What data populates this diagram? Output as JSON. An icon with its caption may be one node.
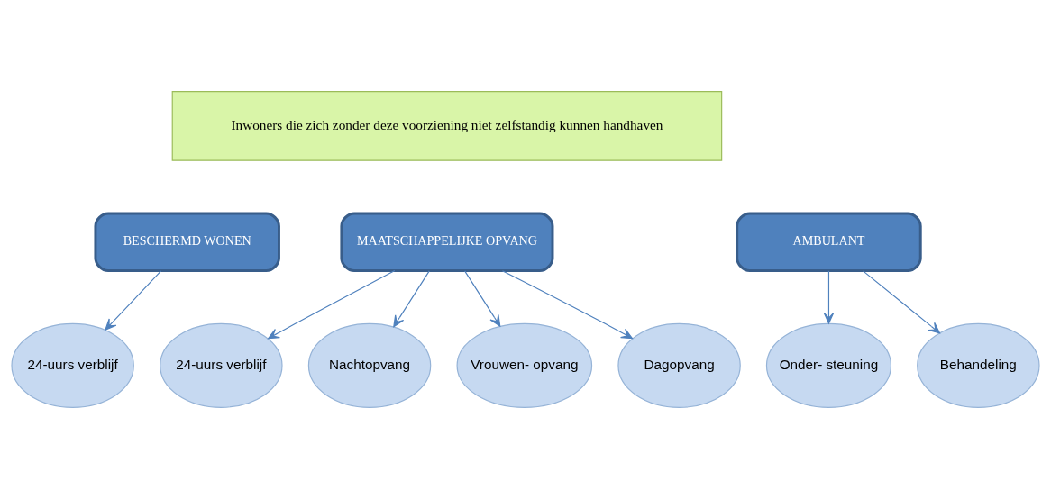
{
  "diagram": {
    "nodes": [
      {
        "text": [
          "Inwoners die zich zonder deze voorziening niet zelfstandig kunnen handhaven"
        ]
      },
      {
        "text": [
          "BESCHERMD WONEN"
        ]
      },
      {
        "text": [
          "MAATSCHAPPELIJKE OPVANG"
        ]
      },
      {
        "text": [
          "AMBULANT"
        ]
      },
      {
        "text": [
          "24-uurs verblijf"
        ]
      },
      {
        "text": [
          "24-uurs verblijf"
        ]
      },
      {
        "text": [
          "Nachtopvang"
        ]
      },
      {
        "text": [
          "Vrouwen- opvang"
        ]
      },
      {
        "text": [
          "Dagopvang"
        ]
      },
      {
        "text": [
          "Onder- steuning"
        ]
      },
      {
        "text": [
          "Behandeling"
        ]
      }
    ],
    "edges": [
      {
        "from": 1,
        "to": 4,
        "arrow": "to"
      },
      {
        "from": 2,
        "to": 5,
        "arrow": "to"
      },
      {
        "from": 2,
        "to": 6,
        "arrow": "to"
      },
      {
        "from": 2,
        "to": 7,
        "arrow": "to"
      },
      {
        "from": 2,
        "to": 8,
        "arrow": "to"
      },
      {
        "from": 3,
        "to": 9,
        "arrow": "to"
      },
      {
        "from": 3,
        "to": 10,
        "arrow": "to"
      }
    ]
  }
}
